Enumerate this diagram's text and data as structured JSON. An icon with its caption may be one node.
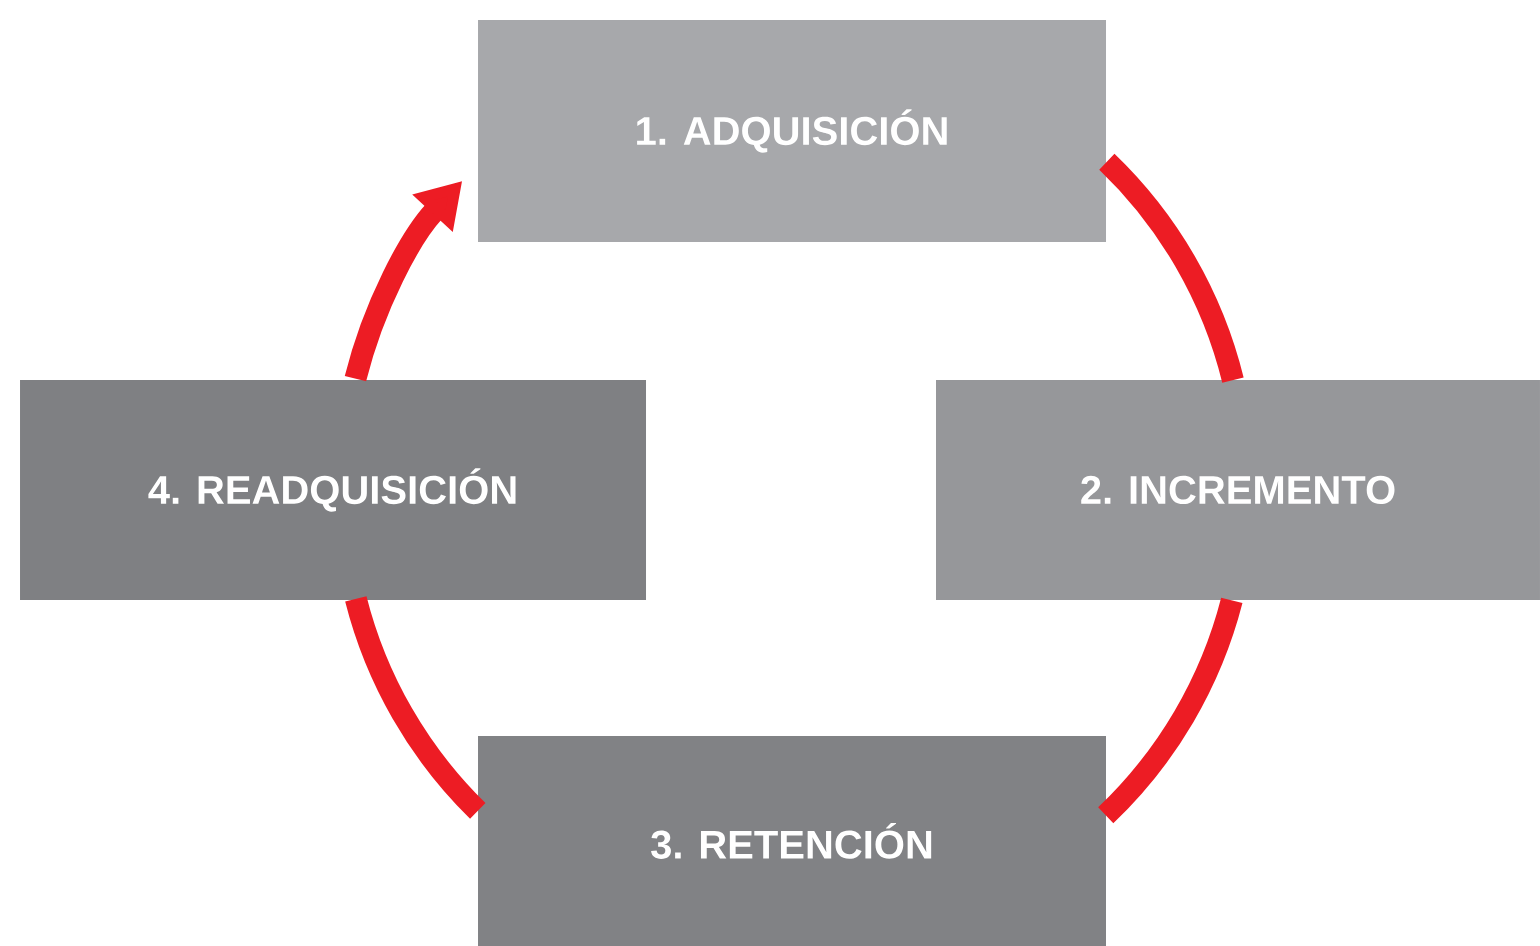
{
  "diagram": {
    "nodes": [
      {
        "text": [
          "1. ADQUISICIÓN"
        ]
      },
      {
        "text": [
          "2. INCREMENTO"
        ]
      },
      {
        "text": [
          "3. RETENCIÓN"
        ]
      },
      {
        "text": [
          "4. READQUISICIÓN"
        ]
      }
    ],
    "edges": [
      {
        "from": 0,
        "to": 1,
        "arrow": "none"
      },
      {
        "from": 1,
        "to": 2,
        "arrow": "none"
      },
      {
        "from": 2,
        "to": 3,
        "arrow": "none"
      },
      {
        "from": 3,
        "to": 0,
        "arrow": "to"
      }
    ]
  }
}
